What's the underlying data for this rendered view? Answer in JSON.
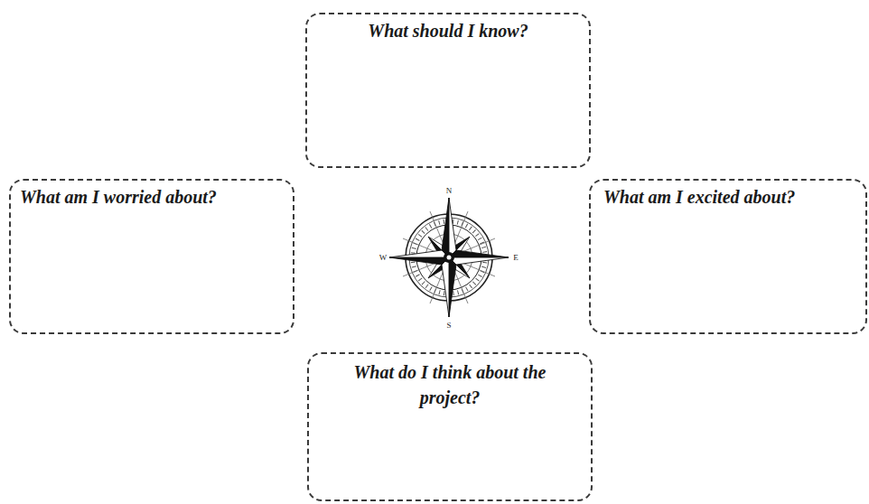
{
  "diagram": {
    "nodes": [
      {
        "text": [
          "What should I know?"
        ]
      },
      {
        "text": [
          "What am I worried about?"
        ]
      },
      {
        "text": [
          "What am I excited about?"
        ]
      },
      {
        "text": [
          "What do I think about the project?"
        ]
      }
    ],
    "labels": [
      "N",
      "W",
      "E",
      "S"
    ]
  }
}
